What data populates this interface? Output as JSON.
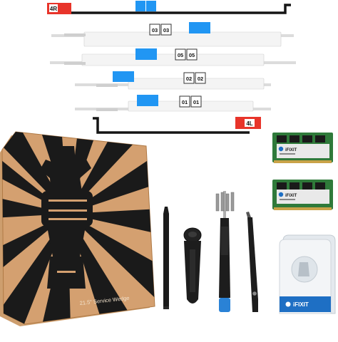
{
  "product_photo": {
    "strips": [
      {
        "id": "strip-4r",
        "tags": [
          "4R"
        ],
        "tag_color": "#e8342a"
      },
      {
        "id": "strip-03",
        "tags": [
          "03",
          "03"
        ]
      },
      {
        "id": "strip-05",
        "tags": [
          "05",
          "05"
        ]
      },
      {
        "id": "strip-02",
        "tags": [
          "02",
          "02"
        ]
      },
      {
        "id": "strip-01",
        "tags": [
          "01",
          "01"
        ]
      },
      {
        "id": "strip-4l",
        "tags": [
          "4L"
        ],
        "tag_color": "#e8342a"
      }
    ],
    "service_wedge": {
      "label": "21.5\" Service Wedge",
      "color": "#d4a070",
      "pattern_color": "#1a1a1a"
    },
    "ram_modules": [
      {
        "brand": "iFIXIT",
        "board_color": "#2f7a3a"
      },
      {
        "brand": "iFIXIT",
        "board_color": "#2f7a3a"
      }
    ],
    "tools": [
      "spudger",
      "pizza-cutter-opener",
      "screwdriver",
      "driver-bits",
      "tweezers",
      "opening-picks"
    ],
    "opening_tool_brand": "iFIXIT",
    "colors": {
      "adhesive_tab": "#2196f3",
      "strip_white": "#f4f4f4",
      "strip_black": "#151515",
      "brand_blue": "#1e6fc4"
    }
  }
}
